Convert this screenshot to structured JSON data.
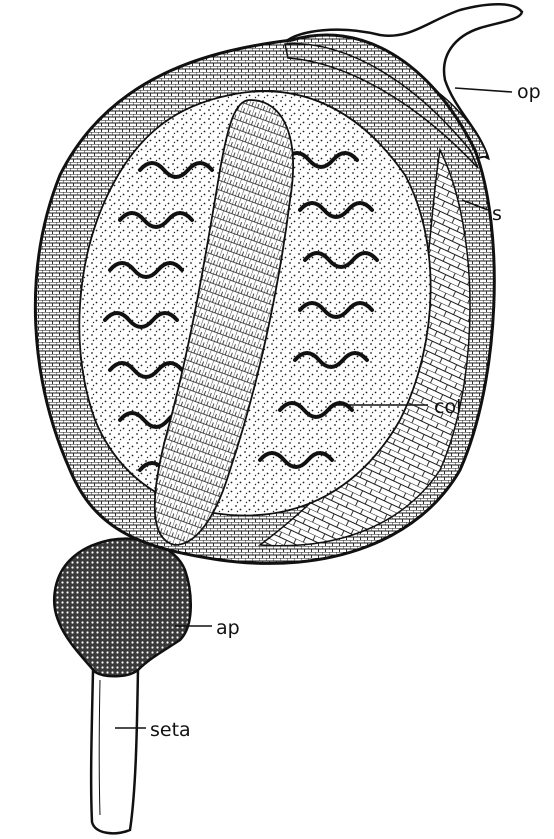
{
  "labels": {
    "operculum": "op",
    "spore_sac": "s",
    "columella": "col",
    "apophysis": "ap",
    "seta": "seta"
  }
}
